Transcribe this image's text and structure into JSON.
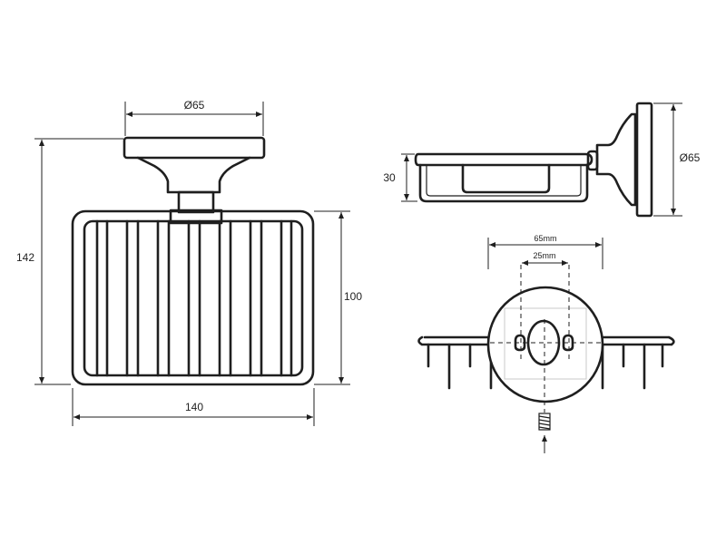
{
  "front_view": {
    "width_label": "140",
    "height_label": "142",
    "basket_height_label": "100",
    "flange_diameter_label": "Ø65"
  },
  "side_view": {
    "depth_label": "30",
    "flange_diameter_label": "Ø65"
  },
  "mounting_view": {
    "hole_span_label": "65mm",
    "hole_offset_label": "25mm"
  }
}
